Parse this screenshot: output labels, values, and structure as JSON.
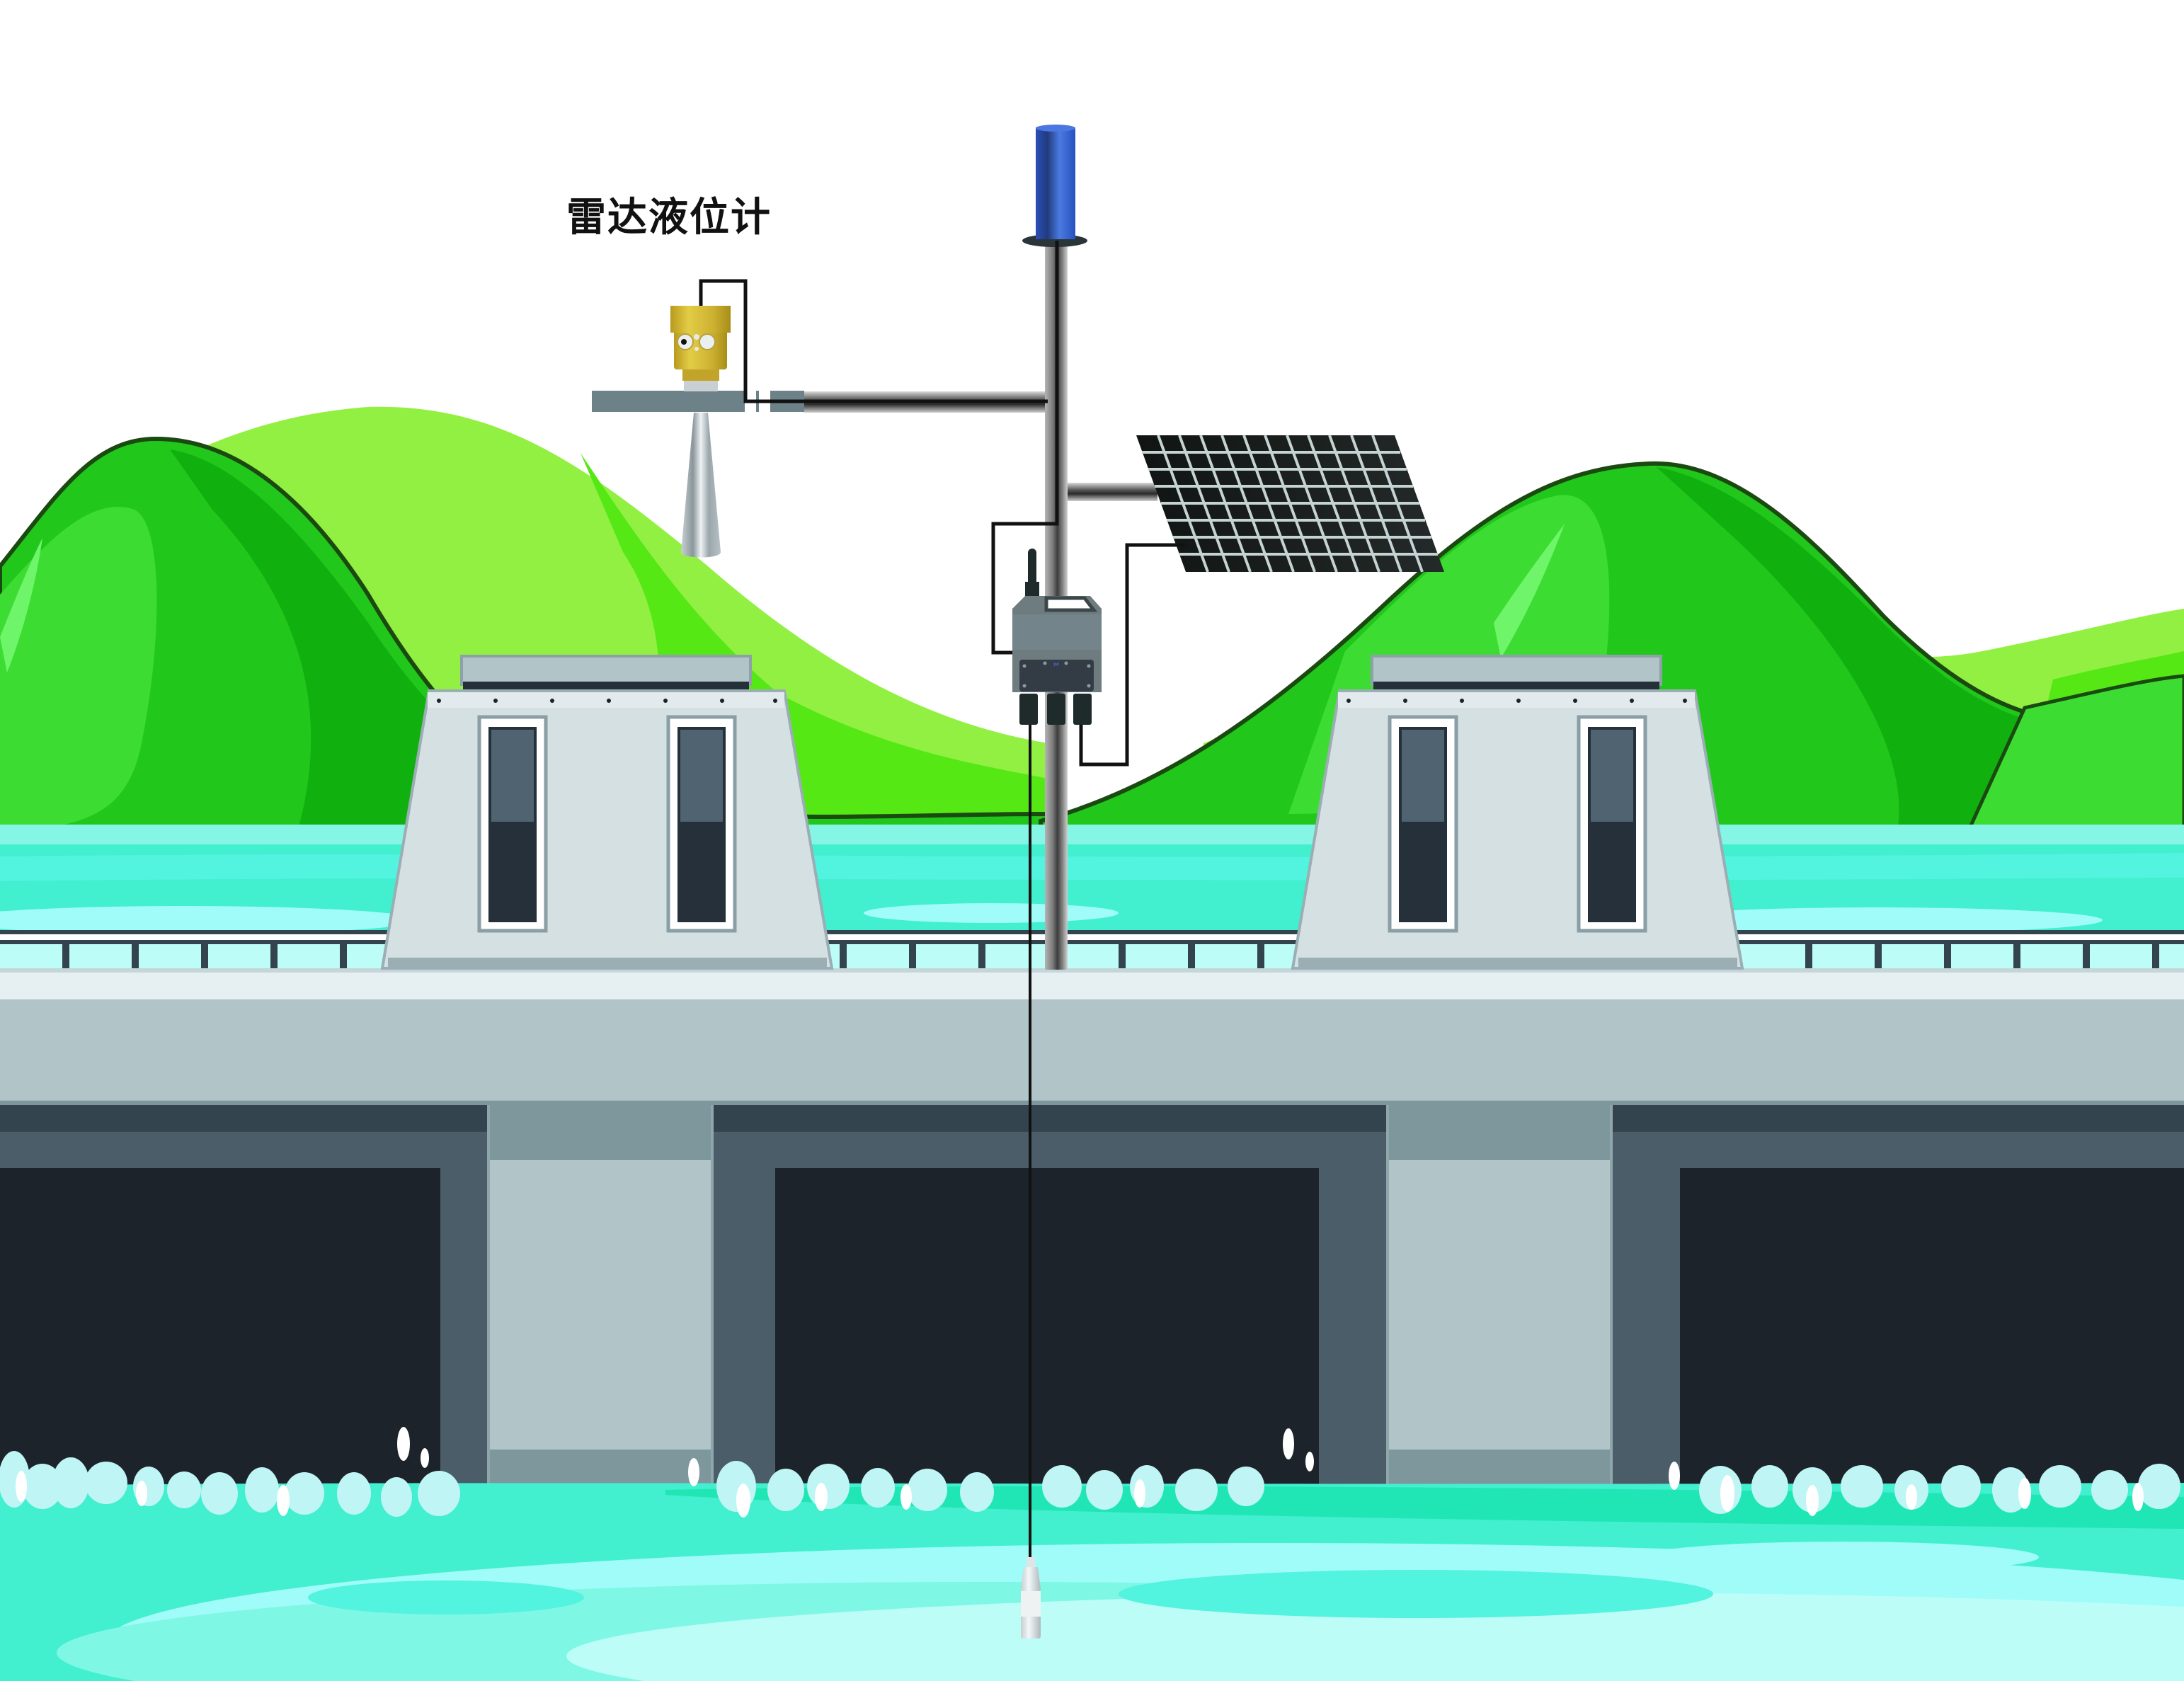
{
  "diagram": {
    "title": "Reservoir / sluice-gate water level monitoring system",
    "labels": {
      "radar_level_meter": "雷达液位计"
    },
    "components": [
      {
        "id": "radar-level-meter",
        "label": "雷达液位计",
        "type": "radar sensor with horn antenna, yellow housing"
      },
      {
        "id": "lightning-rod",
        "type": "blue cylinder on top of pole"
      },
      {
        "id": "mounting-pole",
        "type": "vertical steel pole with horizontal arm"
      },
      {
        "id": "solar-panel",
        "type": "photovoltaic panel, 12x8 cells"
      },
      {
        "id": "data-logger",
        "type": "RTU / data logger box with antenna and 3 cable glands"
      },
      {
        "id": "submersible-pressure-sensor",
        "type": "cylindrical probe hung on cable into water"
      },
      {
        "id": "gatehouse-left",
        "type": "gatehouse with 2 windows"
      },
      {
        "id": "gatehouse-right",
        "type": "gatehouse with 2 windows"
      },
      {
        "id": "dam",
        "type": "concrete dam / sluice with 3 gate openings"
      }
    ],
    "connections": [
      {
        "from": "radar-level-meter",
        "to": "data-logger"
      },
      {
        "from": "solar-panel",
        "to": "data-logger"
      },
      {
        "from": "submersible-pressure-sensor",
        "to": "data-logger"
      }
    ],
    "colors": {
      "sky": "#ffffff",
      "hill_light": "#92f042",
      "hill_mid": "#55e815",
      "hill_dark": "#21c71b",
      "hill_shadow": "#10b00e",
      "hill_outline": "#1a4a10",
      "water_far": "#42efcf",
      "water_light": "#9ffcf8",
      "water_pale": "#bdfdf8",
      "water_mid": "#20e6b6",
      "concrete_light": "#d5e0e3",
      "concrete_mid": "#b1c4c8",
      "concrete_dark": "#7d979c",
      "steel_dark": "#4a5d69",
      "steel_darker": "#33444e",
      "gate_opening": "#1d232a",
      "radar_yellow": "#d4b92c",
      "lightning_rod_blue": "#3a6ad8",
      "solar_cell": "#1b1f1e",
      "solar_grid": "#c5d3d3",
      "logger_grey": "#6e7c80",
      "cable": "#111111"
    }
  }
}
